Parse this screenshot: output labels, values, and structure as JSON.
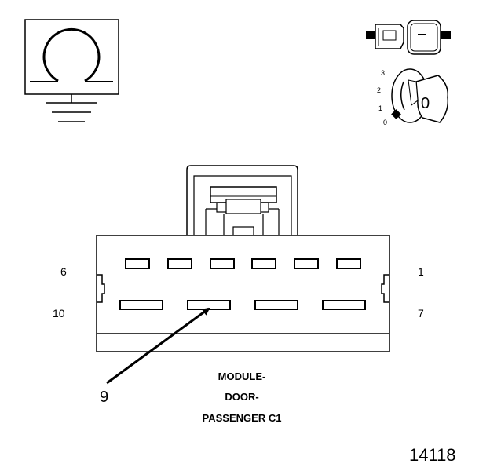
{
  "ground_symbol": {
    "icon": "ground-symbol-icon"
  },
  "key_switch": {
    "icon": "ignition-key-icon",
    "position_ticks": [
      "3",
      "2",
      "1",
      "0"
    ],
    "position_letter": "0"
  },
  "connector": {
    "pin_labels": {
      "top_left": "6",
      "top_right": "1",
      "bottom_left": "10",
      "bottom_right": "7"
    },
    "callout_pin": "9",
    "caption": [
      "MODULE-",
      "DOOR-",
      "PASSENGER C1"
    ]
  },
  "figure_number": "14118"
}
